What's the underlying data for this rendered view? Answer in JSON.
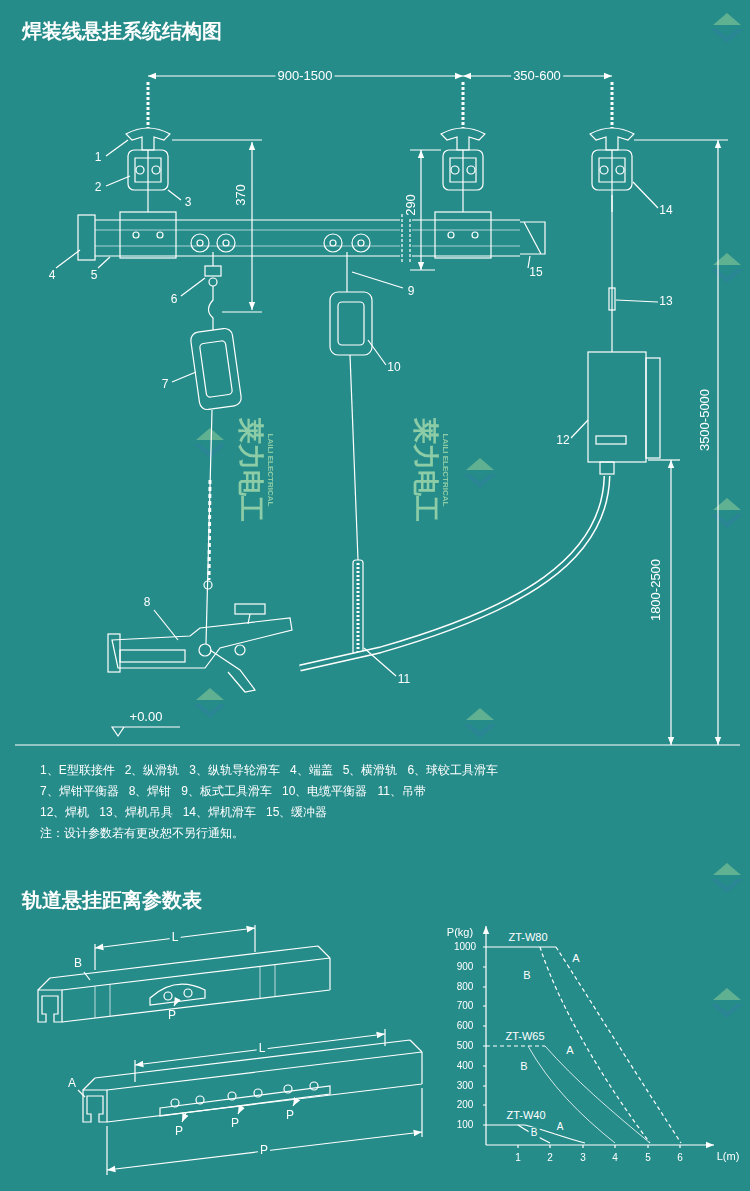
{
  "diagram": {
    "title": "焊装线悬挂系统结构图",
    "labels": [
      "900-1500",
      "350-600",
      "370",
      "290",
      "1",
      "2",
      "3",
      "4",
      "5",
      "6",
      "7",
      "8",
      "9",
      "10",
      "11",
      "12",
      "13",
      "14",
      "15",
      "3500-5000",
      "1800-2500",
      "+0.00",
      "1、E型联接件   2、纵滑轨   3、纵轨导轮滑车   4、端盖   5、横滑轨   6、球铰工具滑车",
      "7、焊钳平衡器   8、焊钳   9、板式工具滑车   10、电缆平衡器   11、吊带",
      "12、焊机   13、焊机吊具   14、焊机滑车   15、缓冲器",
      "注：设计参数若有更改恕不另行通知。",
      "轨道悬挂距离参数表",
      "L",
      "B",
      "P",
      "L",
      "A",
      "P",
      "P",
      "P",
      "P",
      "P(kg)",
      "1000",
      "900",
      "800",
      "700",
      "600",
      "500",
      "400",
      "300",
      "200",
      "100",
      "ZT-W80",
      "A",
      "B",
      "ZT-W65",
      "A",
      "B",
      "ZT-W40",
      "B",
      "A",
      "1",
      "2",
      "3",
      "4",
      "5",
      "6",
      "L(m)",
      "莱力电工",
      "LAILI ELECTRICAL",
      "莱力电工",
      "LAILI ELECTRICAL"
    ]
  }
}
